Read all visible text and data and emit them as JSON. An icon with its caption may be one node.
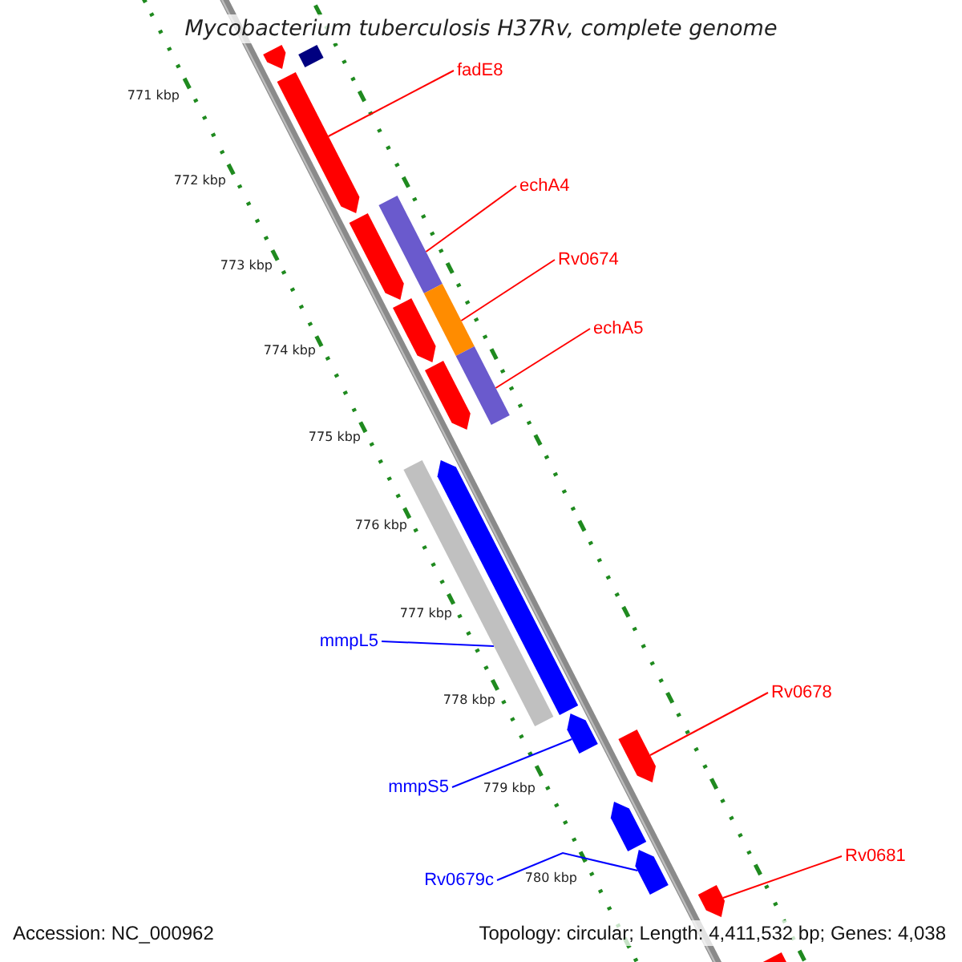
{
  "diagram": {
    "title": "Mycobacterium tuberculosis H37Rv, complete genome",
    "nodes": [
      {
        "text": [
          "fadE8"
        ]
      },
      {
        "text": [
          "echA4"
        ]
      },
      {
        "text": [
          "Rv0674"
        ]
      },
      {
        "text": [
          "echA5"
        ]
      },
      {
        "text": [
          "mmpL5"
        ]
      },
      {
        "text": [
          "Rv0678"
        ]
      },
      {
        "text": [
          "mmpS5"
        ]
      },
      {
        "text": [
          "Rv0679c"
        ]
      },
      {
        "text": [
          "Rv0681"
        ]
      },
      {
        "text": [],
        "shape": "pentagon"
      },
      {
        "text": [],
        "shape": "bar"
      },
      {
        "text": [],
        "shape": "pentagon"
      },
      {
        "text": [],
        "shape": "bar"
      },
      {
        "text": [],
        "shape": "pentagon"
      },
      {
        "text": [],
        "shape": "bar"
      },
      {
        "text": [],
        "shape": "pentagon"
      },
      {
        "text": [],
        "shape": "bar"
      },
      {
        "text": [],
        "shape": "pentagon"
      },
      {
        "text": [],
        "shape": "bar"
      },
      {
        "text": [],
        "shape": "pentagon"
      },
      {
        "text": [],
        "shape": "pentagon"
      },
      {
        "text": [],
        "shape": "pentagon"
      },
      {
        "text": [],
        "shape": "pentagon"
      },
      {
        "text": [],
        "shape": "pentagon"
      },
      {
        "text": [],
        "shape": "pentagon"
      },
      {
        "text": [],
        "shape": "pentagon"
      }
    ],
    "edges": [
      {
        "from": 0,
        "to": 11,
        "arrow": "none"
      },
      {
        "from": 1,
        "to": 12,
        "arrow": "none"
      },
      {
        "from": 2,
        "to": 14,
        "arrow": "none"
      },
      {
        "from": 3,
        "to": 16,
        "arrow": "none"
      },
      {
        "from": 4,
        "to": 18,
        "arrow": "none",
        "color": "#0000ff"
      },
      {
        "from": 5,
        "to": 21,
        "arrow": "none"
      },
      {
        "from": 6,
        "to": 20,
        "arrow": "none",
        "color": "#0000ff"
      },
      {
        "from": 7,
        "to": 23,
        "arrow": "none",
        "color": "#0000ff"
      },
      {
        "from": 8,
        "to": 24,
        "arrow": "none"
      }
    ],
    "labels": [
      "771 kbp",
      "772 kbp",
      "773 kbp",
      "774 kbp",
      "775 kbp",
      "776 kbp",
      "777 kbp",
      "778 kbp",
      "779 kbp",
      "780 kbp",
      "Accession: NC_000962",
      "Topology: circular; Length: 4,411,532 bp; Genes: 4,038"
    ]
  }
}
